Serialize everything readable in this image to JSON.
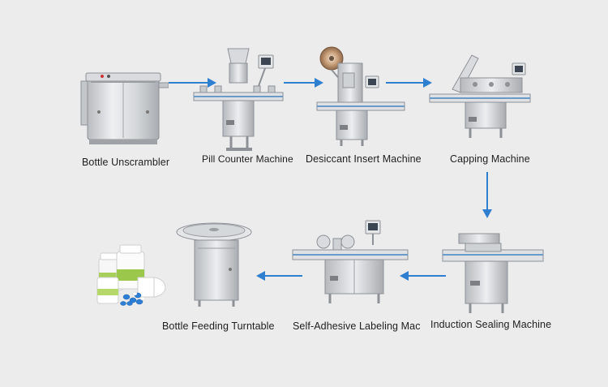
{
  "background": "#ececec",
  "arrow_color": "#2f7fd1",
  "steps": [
    {
      "id": "bottle-unscrambler",
      "label": "Bottle Unscrambler",
      "icon": "bottle-unscrambler-machine-icon"
    },
    {
      "id": "pill-counter",
      "label": "Pill Counter Machine",
      "icon": "pill-counter-machine-icon"
    },
    {
      "id": "desiccant-insert",
      "label": "Desiccant Insert Machine",
      "icon": "desiccant-insert-machine-icon"
    },
    {
      "id": "capping",
      "label": "Capping Machine",
      "icon": "capping-machine-icon"
    },
    {
      "id": "induction-sealing",
      "label": "Induction Sealing Machine",
      "icon": "induction-sealing-machine-icon"
    },
    {
      "id": "labeling",
      "label": "Self-Adhesive Labeling Mac",
      "icon": "labeling-machine-icon"
    },
    {
      "id": "bottle-feeding",
      "label": "Bottle Feeding Turntable",
      "icon": "turntable-icon"
    }
  ],
  "products": {
    "icon": "pill-bottles-product-icon"
  }
}
